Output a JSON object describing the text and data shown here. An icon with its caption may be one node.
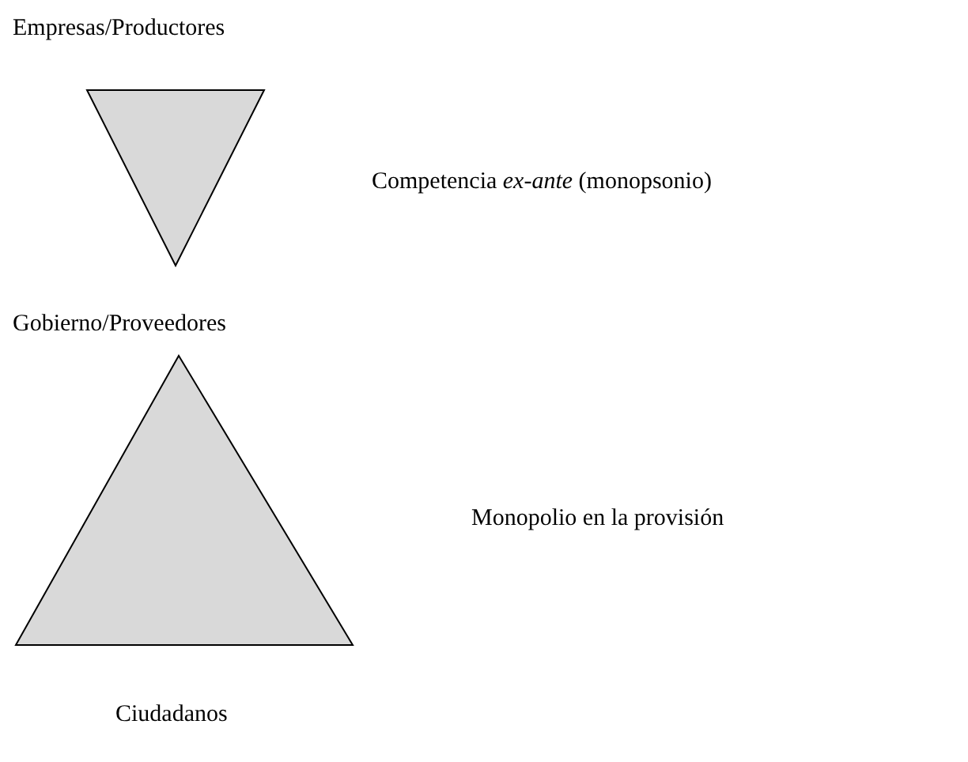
{
  "diagram": {
    "nodes": [
      {
        "text": [],
        "shape": "triangle"
      },
      {
        "text": [],
        "shape": "triangle"
      }
    ],
    "edges": [],
    "labels": [
      "Empresas/Productores",
      "Competencia *ex-ante* (monopsonio)",
      "Gobierno/Proveedores",
      "Monopolio en la provisión",
      "Ciudadanos"
    ]
  }
}
